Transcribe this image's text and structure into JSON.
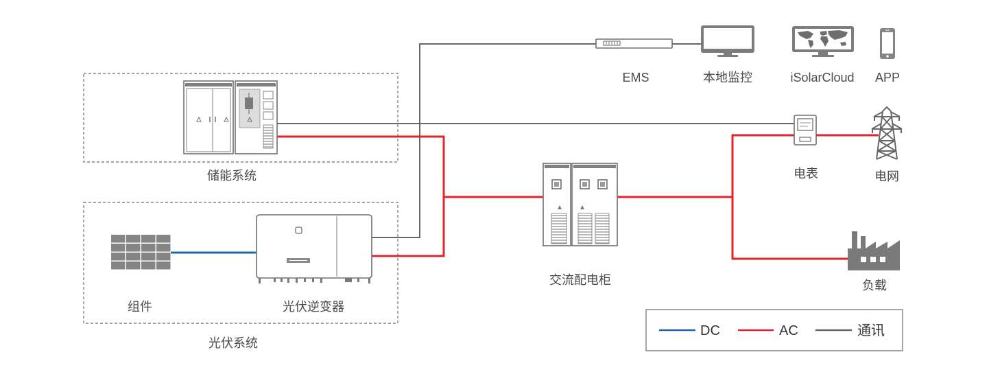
{
  "groups": {
    "storage_system": "储能系统",
    "pv_system": "光伏系统"
  },
  "devices": {
    "pv_modules": "组件",
    "pv_inverter": "光伏逆变器",
    "ac_cabinet": "交流配电柜",
    "ems": "EMS",
    "local_monitor": "本地监控",
    "isolarcloud": "iSolarCloud",
    "app": "APP",
    "meter": "电表",
    "grid": "电网",
    "load": "负载"
  },
  "legend": [
    {
      "label": "DC",
      "color": "#1b67a9"
    },
    {
      "label": "AC",
      "color": "#e1232a"
    },
    {
      "label": "通讯",
      "color": "#666666"
    }
  ]
}
